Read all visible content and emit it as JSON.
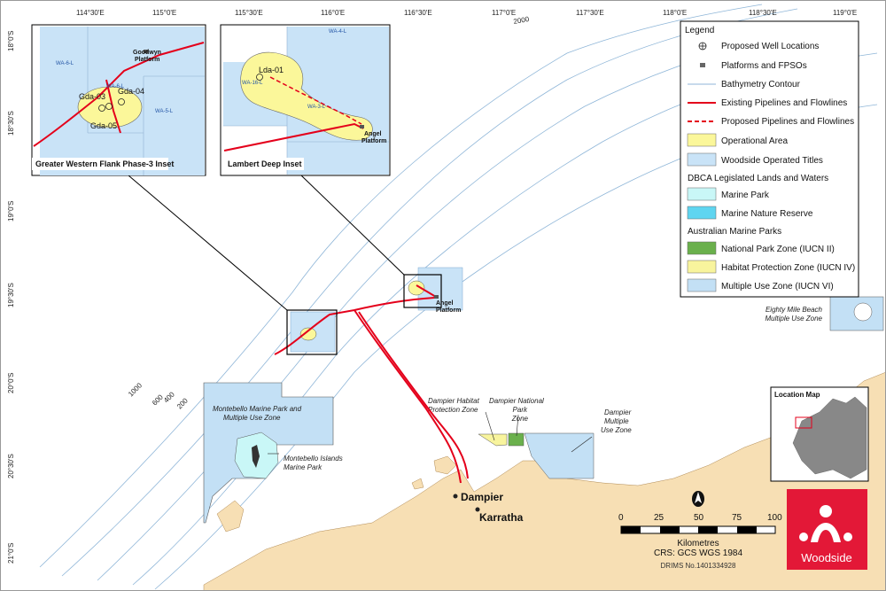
{
  "colors": {
    "sea": "#ffffff",
    "land": "#f7dfb4",
    "bathymetry": "#8fb6d8",
    "pipeline": "#e4001b",
    "operational_area": "#fbf79a",
    "woodside_titles": "#c9e3f7",
    "marine_park": "#c9f7f7",
    "marine_nature_reserve": "#5fd5f0",
    "national_park_zone": "#6ab04c",
    "habitat_protection_zone": "#f8f49d",
    "multiple_use_zone": "#c3e0f5",
    "brand": "#e31837"
  },
  "graticule": {
    "lon_labels": [
      "114°30'E",
      "115°0'E",
      "115°30'E",
      "116°0'E",
      "116°30'E",
      "117°0'E",
      "117°30'E",
      "118°0'E",
      "118°30'E",
      "119°0'E"
    ],
    "lat_labels": [
      "18°0'S",
      "18°30'S",
      "19°0'S",
      "19°30'S",
      "20°0'S",
      "20°30'S",
      "21°0'S"
    ]
  },
  "bathymetry_labels": [
    "1000",
    "600",
    "400",
    "200",
    "2000"
  ],
  "places": {
    "dampier": "Dampier",
    "karratha": "Karratha"
  },
  "map_labels": {
    "angel_platform": "Angel\nPlatform",
    "eighty_mile_beach": "Eighty Mile Beach\nMultiple Use Zone",
    "montebello_mu": "Montebello Marine Park and\nMultiple Use Zone",
    "montebello_islands": "Montebello Islands\nMarine Park",
    "dampier_hpz": "Dampier Habitat\nProtection Zone",
    "dampier_np": "Dampier National\nPark\nZone",
    "dampier_mu": "Dampier\nMultiple\nUse Zone"
  },
  "inset_gwf": {
    "caption": "Greater Western Flank Phase-3 Inset",
    "platform": "Goodwyn\nPlatform",
    "wells": [
      "Gda-03",
      "Gda-04",
      "Gda-05"
    ],
    "titles": [
      "WA-6-L",
      "WA-6-L",
      "WA-5-L"
    ]
  },
  "inset_lambert": {
    "caption": "Lambert Deep Inset",
    "well": "Lda-01",
    "platform": "Angel\nPlatform",
    "titles": [
      "WA-4-L",
      "WA-16-L",
      "WA-3-L"
    ]
  },
  "legend": {
    "title": "Legend",
    "items": [
      {
        "label": "Proposed Well Locations",
        "sym": "well"
      },
      {
        "label": "Platforms and FPSOs",
        "sym": "platform"
      },
      {
        "label": "Bathymetry Contour",
        "sym": "bathy"
      },
      {
        "label": "Existing Pipelines and Flowlines",
        "sym": "pipe"
      },
      {
        "label": "Proposed Pipelines and Flowlines",
        "sym": "pipe-dash"
      },
      {
        "label": "Operational Area",
        "sym": "box",
        "color": "#fbf79a"
      },
      {
        "label": "Woodside Operated Titles",
        "sym": "box",
        "color": "#c9e3f7"
      }
    ],
    "dbca_heading": "DBCA Legislated Lands and Waters",
    "dbca_items": [
      {
        "label": "Marine Park",
        "color": "#c9f7f7"
      },
      {
        "label": "Marine Nature Reserve",
        "color": "#5fd5f0"
      }
    ],
    "amp_heading": "Australian Marine Parks",
    "amp_items": [
      {
        "label": "National Park Zone (IUCN II)",
        "color": "#6ab04c"
      },
      {
        "label": "Habitat Protection Zone (IUCN IV)",
        "color": "#f8f49d"
      },
      {
        "label": "Multiple Use Zone (IUCN VI)",
        "color": "#c3e0f5"
      }
    ]
  },
  "location_map": {
    "title": "Location Map"
  },
  "scale": {
    "ticks": [
      "0",
      "25",
      "50",
      "75",
      "100"
    ],
    "unit": "Kilometres",
    "crs": "CRS: GCS WGS 1984",
    "drims": "DRIMS No.1401334928"
  },
  "logo": {
    "text": "Woodside"
  }
}
